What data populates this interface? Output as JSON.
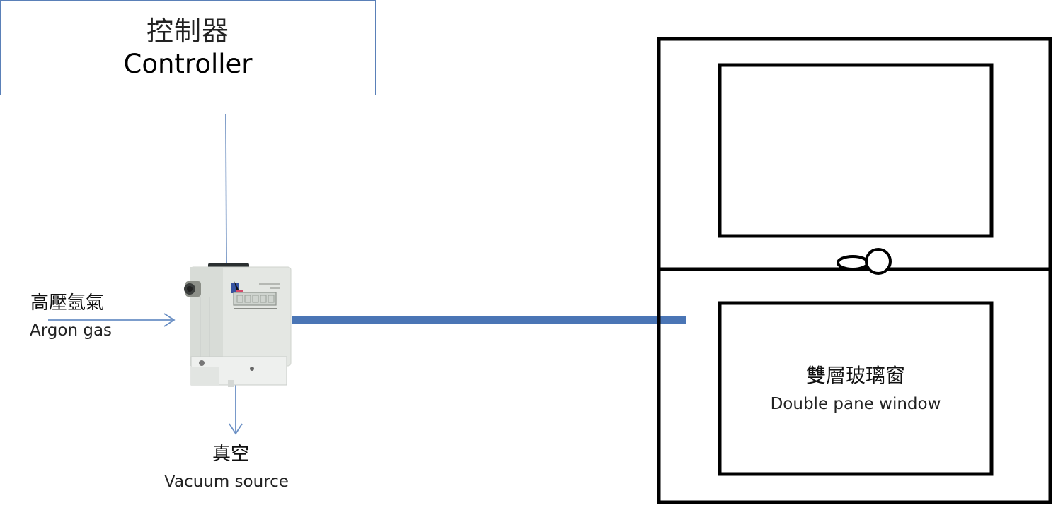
{
  "controller": {
    "label_zh": "控制器",
    "label_en": "Controller"
  },
  "argon_gas": {
    "label_zh": "高壓氬氣",
    "label_en": "Argon gas"
  },
  "vacuum_source": {
    "label_zh": "真空",
    "label_en": "Vacuum source"
  },
  "double_pane_window": {
    "label_zh": "雙層玻璃窗",
    "label_en": "Double pane window"
  },
  "colors": {
    "connector_blue": "#5a80b8",
    "pipe_blue": "#4a75b5",
    "frame_black": "#000000",
    "device_body": "#e6e8e4"
  }
}
